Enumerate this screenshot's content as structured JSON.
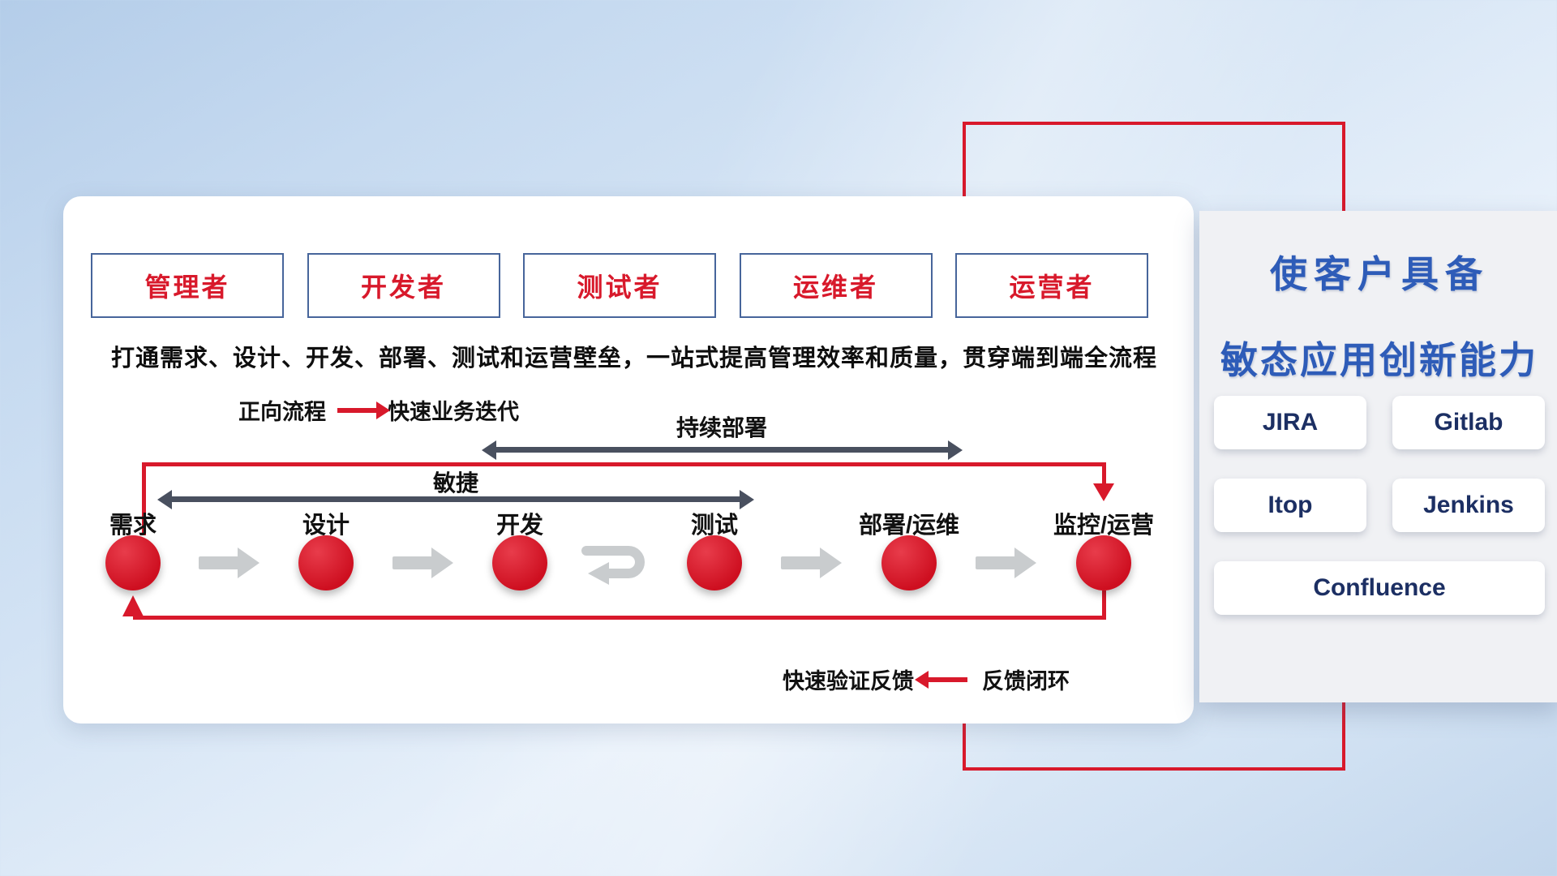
{
  "roles": [
    "管理者",
    "开发者",
    "测试者",
    "运维者",
    "运营者"
  ],
  "subtitle": "打通需求、设计、开发、部署、测试和运营壁垒，一站式提高管理效率和质量，贯穿端到端全流程",
  "legend": {
    "forward_label": "正向流程",
    "forward_desc": "快速业务迭代",
    "feedback_desc": "快速验证反馈",
    "feedback_label": "反馈闭环"
  },
  "flow": {
    "continuous_label": "持续部署",
    "agile_label": "敏捷",
    "stages": [
      "需求",
      "设计",
      "开发",
      "测试",
      "部署/运维",
      "监控/运营"
    ]
  },
  "panel": {
    "title_line1": "使客户具备",
    "title_line2": "敏态应用创新能力",
    "tools": [
      "JIRA",
      "Gitlab",
      "Itop",
      "Jenkins",
      "Confluence"
    ]
  },
  "colors": {
    "accent_red": "#d8192b",
    "dark_arrow": "#49505f",
    "gray_arrow": "#c9ccce",
    "panel_title_blue": "#2e5cb8",
    "tool_text_navy": "#1c2f63"
  }
}
